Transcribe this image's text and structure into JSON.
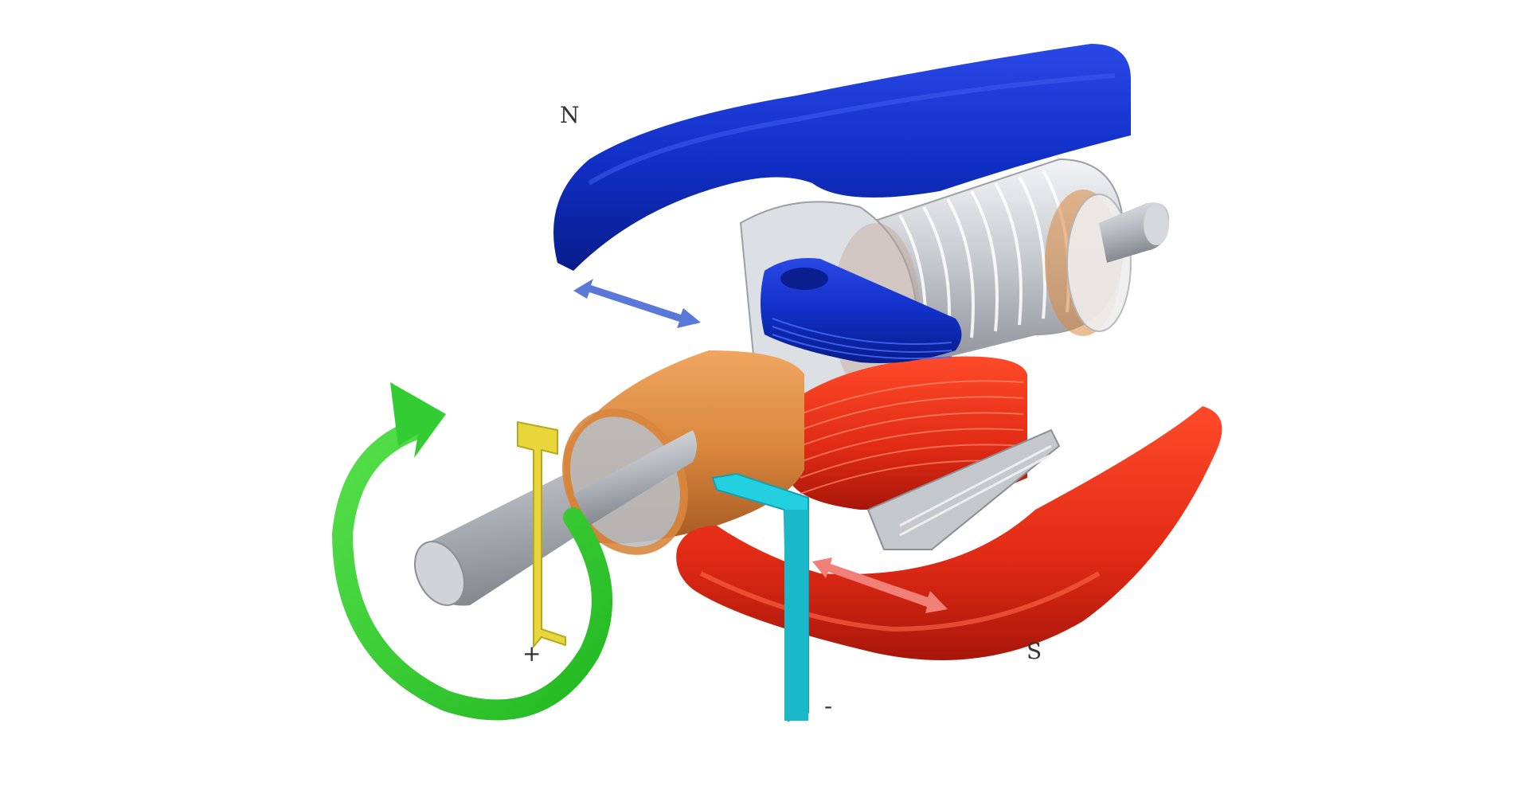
{
  "labels": {
    "north_pole": "N",
    "south_pole": "S",
    "positive_terminal": "+",
    "negative_terminal": "-"
  },
  "colors": {
    "north_magnet": "#1030c8",
    "south_magnet": "#e02a14",
    "commutator": "#d9873e",
    "rotation_arrow": "#33cc33",
    "positive_brush": "#e8d63a",
    "negative_brush": "#22d0e0",
    "shaft": "#b8bcc2",
    "field_arrow_top": "#5a78d8",
    "field_arrow_bottom": "#f08078"
  },
  "icons": {
    "rotation": "circular-rotation-arrow",
    "top_gap": "double-headed-arrow",
    "bottom_gap": "double-headed-arrow"
  }
}
